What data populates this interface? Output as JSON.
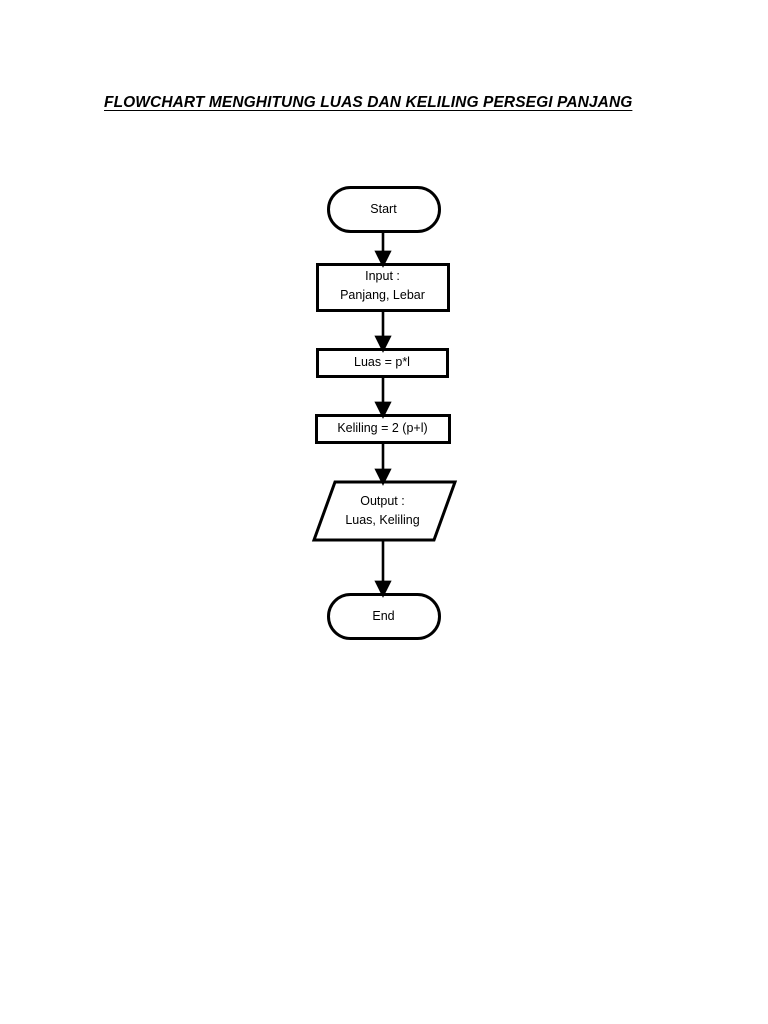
{
  "document": {
    "title": "FLOWCHART MENGHITUNG LUAS DAN KELILING PERSEGI PANJANG",
    "background_color": "#ffffff",
    "ink_color": "#000000"
  },
  "chart_data": {
    "type": "diagram",
    "diagram_type": "flowchart",
    "title": "FLOWCHART MENGHITUNG LUAS DAN KELILING PERSEGI PANJANG",
    "orientation": "top-to-bottom",
    "nodes": [
      {
        "id": "start",
        "shape": "terminator",
        "line1": "Start",
        "line2": ""
      },
      {
        "id": "input",
        "shape": "process-rectangle",
        "line1": "Input :",
        "line2": "Panjang, Lebar"
      },
      {
        "id": "luas",
        "shape": "process-rectangle",
        "line1": "Luas = p*l",
        "line2": ""
      },
      {
        "id": "keliling",
        "shape": "process-rectangle",
        "line1": "Keliling = 2 (p+l)",
        "line2": ""
      },
      {
        "id": "output",
        "shape": "parallelogram",
        "line1": "Output :",
        "line2": "Luas, Keliling"
      },
      {
        "id": "end",
        "shape": "terminator",
        "line1": "End",
        "line2": ""
      }
    ],
    "edges": [
      {
        "from": "start",
        "to": "input",
        "arrow": "down"
      },
      {
        "from": "input",
        "to": "luas",
        "arrow": "down"
      },
      {
        "from": "luas",
        "to": "keliling",
        "arrow": "down"
      },
      {
        "from": "keliling",
        "to": "output",
        "arrow": "down"
      },
      {
        "from": "output",
        "to": "end",
        "arrow": "down"
      }
    ],
    "legend": "",
    "annotations": []
  }
}
